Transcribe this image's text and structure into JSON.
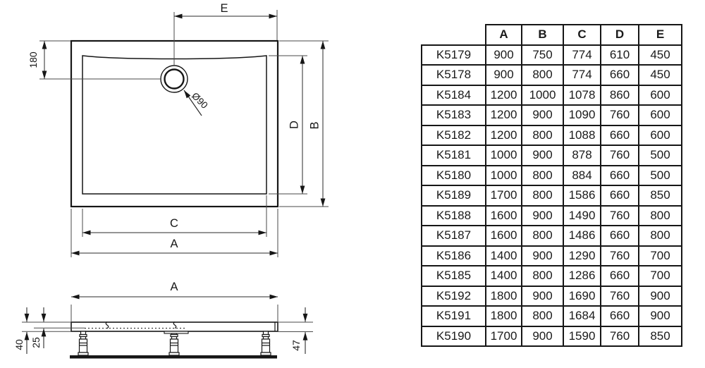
{
  "drawing": {
    "line_color": "#1c1c1c",
    "top_view": {
      "label_e": "E",
      "label_180": "180",
      "label_drain": "Ø90",
      "label_d": "D",
      "label_b": "B",
      "label_c": "C",
      "label_a": "A"
    },
    "side_view": {
      "label_a": "A",
      "label_40": "40",
      "label_25": "25",
      "label_47": "47"
    }
  },
  "table": {
    "columns": [
      "A",
      "B",
      "C",
      "D",
      "E"
    ],
    "rows": [
      {
        "model": "K5179",
        "values": [
          "900",
          "750",
          "774",
          "610",
          "450"
        ]
      },
      {
        "model": "K5178",
        "values": [
          "900",
          "800",
          "774",
          "660",
          "450"
        ]
      },
      {
        "model": "K5184",
        "values": [
          "1200",
          "1000",
          "1078",
          "860",
          "600"
        ]
      },
      {
        "model": "K5183",
        "values": [
          "1200",
          "900",
          "1090",
          "760",
          "600"
        ]
      },
      {
        "model": "K5182",
        "values": [
          "1200",
          "800",
          "1088",
          "660",
          "600"
        ]
      },
      {
        "model": "K5181",
        "values": [
          "1000",
          "900",
          "878",
          "760",
          "500"
        ]
      },
      {
        "model": "K5180",
        "values": [
          "1000",
          "800",
          "884",
          "660",
          "500"
        ]
      },
      {
        "model": "K5189",
        "values": [
          "1700",
          "800",
          "1586",
          "660",
          "850"
        ]
      },
      {
        "model": "K5188",
        "values": [
          "1600",
          "900",
          "1490",
          "760",
          "800"
        ]
      },
      {
        "model": "K5187",
        "values": [
          "1600",
          "800",
          "1486",
          "660",
          "800"
        ]
      },
      {
        "model": "K5186",
        "values": [
          "1400",
          "900",
          "1290",
          "760",
          "700"
        ]
      },
      {
        "model": "K5185",
        "values": [
          "1400",
          "800",
          "1286",
          "660",
          "700"
        ]
      },
      {
        "model": "K5192",
        "values": [
          "1800",
          "900",
          "1690",
          "760",
          "900"
        ]
      },
      {
        "model": "K5191",
        "values": [
          "1800",
          "800",
          "1684",
          "660",
          "900"
        ]
      },
      {
        "model": "K5190",
        "values": [
          "1700",
          "900",
          "1590",
          "760",
          "850"
        ]
      }
    ]
  }
}
